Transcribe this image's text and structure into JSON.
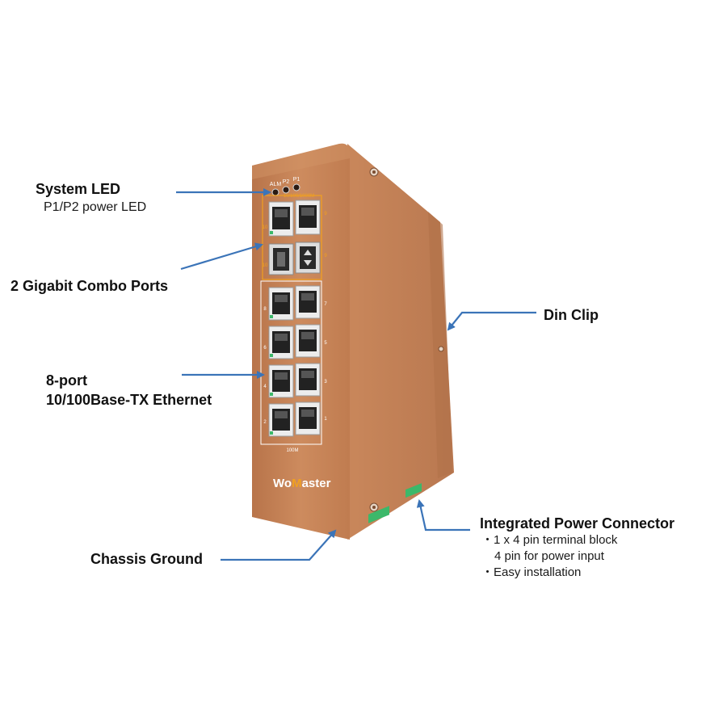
{
  "device": {
    "brand": {
      "wo": "Wo",
      "m": "M",
      "aster": "aster"
    },
    "led_labels": [
      "ALM",
      "P2",
      "P1"
    ],
    "speed_top": "10/100/1000M",
    "speed_bottom": "100M",
    "port_numbers": [
      "10",
      "9",
      "10",
      "9",
      "8",
      "7",
      "6",
      "5",
      "4",
      "3",
      "2",
      "1"
    ],
    "colors": {
      "body": "#c8865a",
      "body_dark": "#a86a42",
      "side": "#bd7b4f",
      "accent": "#f0a020",
      "arrow": "#3b74b8",
      "terminal": "#3cb86a"
    }
  },
  "callouts": {
    "system_led": {
      "title": "System LED",
      "sub": "P1/P2 power LED"
    },
    "combo": {
      "title": "2 Gigabit Combo Ports"
    },
    "din": {
      "title": "Din Clip"
    },
    "ethernet": {
      "line1": "8-port",
      "line2": "10/100Base-TX Ethernet"
    },
    "power": {
      "title": "Integrated Power Connector",
      "items": [
        "・1 x 4 pin terminal block",
        "4 pin for power input",
        "・Easy installation"
      ]
    },
    "ground": {
      "title": "Chassis Ground"
    }
  }
}
